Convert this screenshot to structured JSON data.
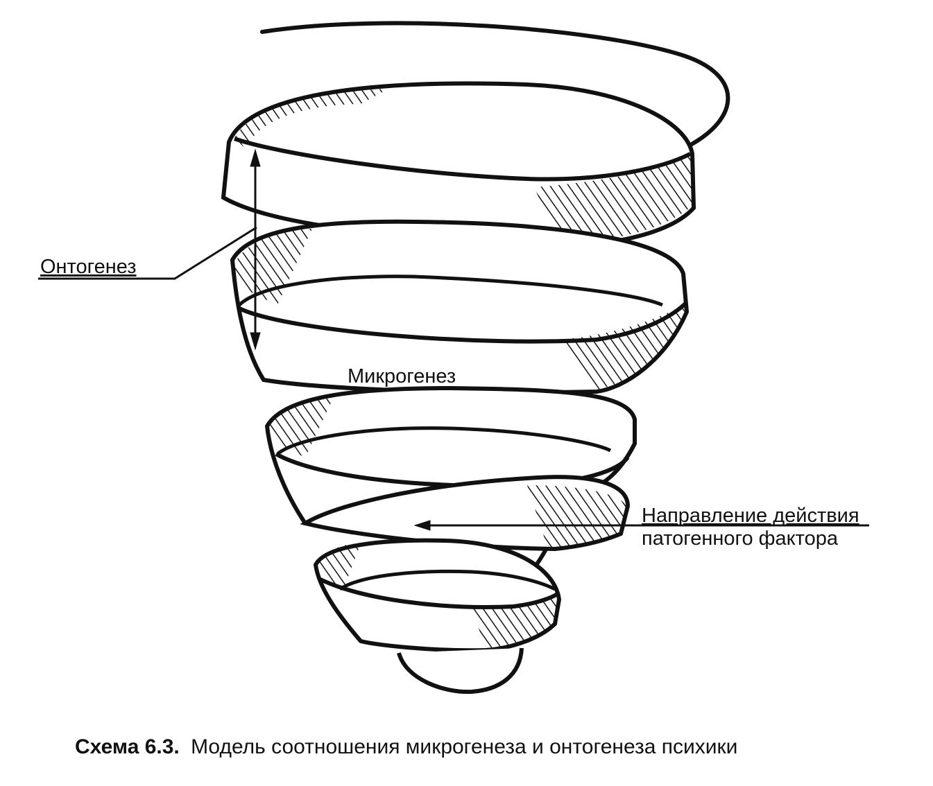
{
  "labels": {
    "ontogenesis": "Онтогенез",
    "microgenesis": "Микрогенез",
    "direction_line1": "Направление действия",
    "direction_line2": "патогенного фактора"
  },
  "caption": {
    "number": "Схема 6.3.",
    "text": "Модель соотношения микрогенеза и онтогенеза психики"
  },
  "colors": {
    "ink": "#111111",
    "background": "#ffffff"
  }
}
